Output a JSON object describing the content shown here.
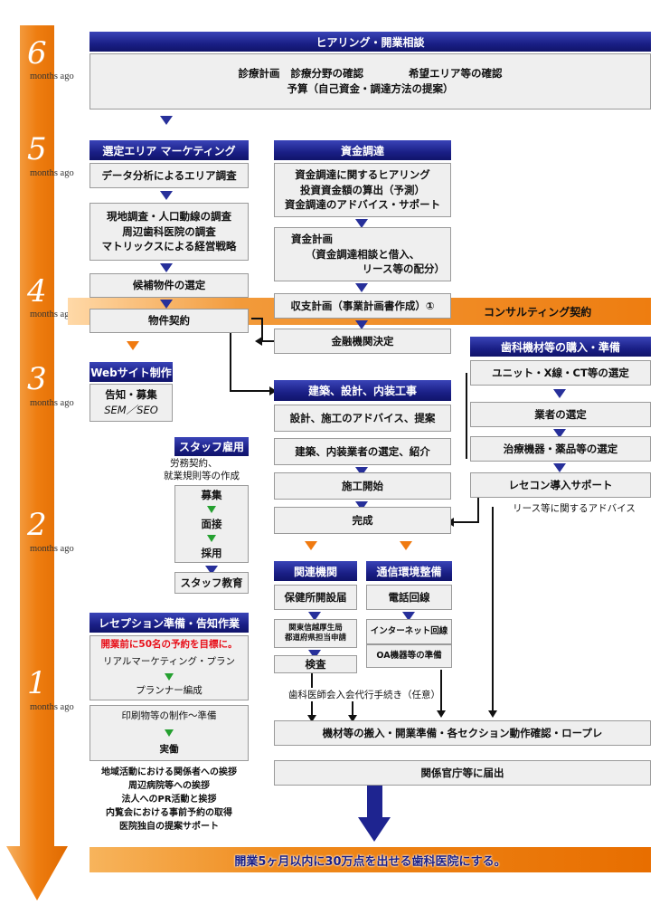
{
  "timeline": [
    {
      "number": "6",
      "label": "months ago"
    },
    {
      "number": "5",
      "label": "months ago"
    },
    {
      "number": "4",
      "label": "months ago"
    },
    {
      "number": "3",
      "label": "months ago"
    },
    {
      "number": "2",
      "label": "months ago"
    },
    {
      "number": "1",
      "label": "months ago"
    }
  ],
  "hearing": {
    "title": "ヒアリング・開業相談",
    "line1a": "診療計画",
    "line1b": "診療分野の確認",
    "line1c": "希望エリア等の確認",
    "line2": "予算（自己資金・調達方法の提案）"
  },
  "marketing": {
    "title": "選定エリア マーケティング",
    "step1": "データ分析によるエリア調査",
    "step2": [
      "現地調査・人口動線の調査",
      "周辺歯科医院の調査",
      "マトリックスによる経営戦略"
    ],
    "step3": "候補物件の選定",
    "step4": "物件契約"
  },
  "funding": {
    "title": "資金調達",
    "step1": [
      "資金調達に関するヒアリング",
      "投資資金額の算出（予測）",
      "資金調達のアドバイス・サポート"
    ],
    "step2": [
      "資金計画",
      "（資金調達相談と借入、",
      "リース等の配分）"
    ],
    "step3": "収支計画（事業計画書作成）①",
    "step4": "金融機関決定"
  },
  "consulting": "コンサルティング契約",
  "equipment": {
    "title": "歯科機材等の購入・準備",
    "step1": "ユニット・X線・CT等の選定",
    "step2": "業者の選定",
    "step3": "治療機器・薬品等の選定",
    "step4": "レセコン導入サポート",
    "note": "リース等に関するアドバイス"
  },
  "website": {
    "title": "Webサイト制作",
    "line1": "告知・募集",
    "line2": "SEM／SEO"
  },
  "construction": {
    "title": "建築、設計、内装工事",
    "step1": "設計、施工のアドバイス、提案",
    "step2": "建築、内装業者の選定、紹介",
    "step3": "施工開始",
    "step4": "完成"
  },
  "staff": {
    "title": "スタッフ雇用",
    "note1": "労務契約、",
    "note2": "就業規則等の作成",
    "step1": "募集",
    "step2": "面接",
    "step3": "採用",
    "step4": "スタッフ教育"
  },
  "agencies": {
    "title": "関連機関",
    "step1": "保健所開設届",
    "step2a": "関東信越厚生局",
    "step2b": "都道府県担当申請",
    "step3": "検査"
  },
  "network": {
    "title": "通信環境整備",
    "step1": "電話回線",
    "step2": "インターネット回線",
    "step3": "OA機器等の準備"
  },
  "reception": {
    "title": "レセプション準備・告知作業",
    "goal": "開業前に50名の予約を目標に。",
    "line1": "リアルマーケティング・プラン",
    "line2": "プランナー編成",
    "box2a": "印刷物等の制作～準備",
    "box2b": "実働",
    "activities": [
      "地域活動における関係者への挨拶",
      "周辺病院等への挨拶",
      "法人へのPR活動と挨拶",
      "内覧会における事前予約の取得",
      "医院独自の提案サポート"
    ]
  },
  "association": "歯科医師会入会代行手続き（任意）",
  "final1": "機材等の搬入・開業準備・各セクション動作確認・ロープレ",
  "final2": "関係官庁等に届出",
  "goal": "開業5ヶ月以内に30万点を出せる歯科医院にする。",
  "colors": {
    "header": "#1a1f86",
    "timeline": "#ee7d10",
    "goal_text": "#e8101a"
  }
}
